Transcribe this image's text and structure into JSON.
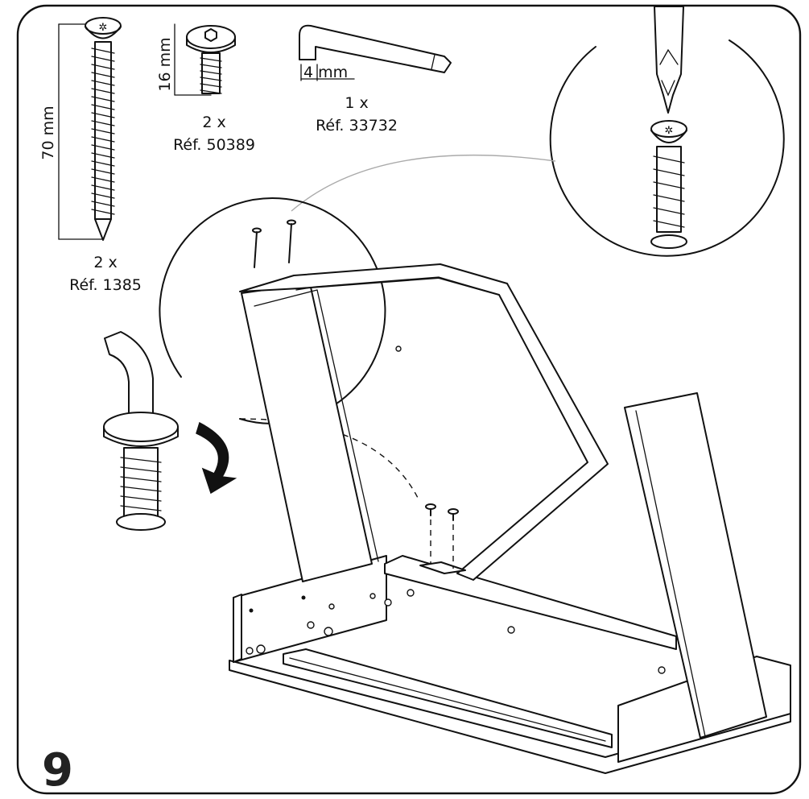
{
  "step": {
    "number": "9"
  },
  "parts": {
    "long_screw": {
      "length": "70 mm",
      "quantity": "2 x",
      "reference": "Réf. 1385"
    },
    "bolt": {
      "length": "16 mm",
      "quantity": "2 x",
      "reference": "Réf. 50389"
    },
    "allen_key": {
      "size": "4 mm",
      "quantity": "1 x",
      "reference": "Réf. 33732"
    }
  },
  "colors": {
    "line": "#111111",
    "connector": "#aaaaaa",
    "background": "#ffffff",
    "step_number": "#222222"
  }
}
